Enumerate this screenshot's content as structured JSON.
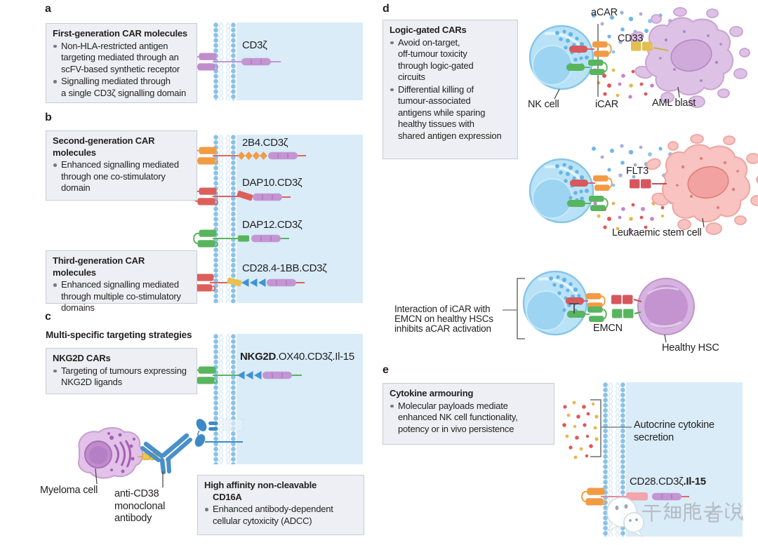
{
  "colors": {
    "membrane_head": "#8ac2e7",
    "cytoplasm": "#d9ecf8",
    "purple": "#c495d3",
    "orange": "#f29b45",
    "red": "#dd5f5b",
    "green": "#58b55e",
    "blue_arrow": "#3f93d4",
    "yellow": "#eac14e",
    "pink": "#f2a5ac",
    "box_bg": "#edeff4"
  },
  "panels": {
    "a": {
      "letter": "a",
      "box": {
        "title": "First-generation CAR molecules",
        "bullets": [
          "Non-HLA-restricted antigen\ntargeting mediated through an\nscFV-based synthetic receptor",
          "Signalling mediated through\na single CD3ζ signalling domain"
        ]
      },
      "receptor_label": "CD3ζ"
    },
    "b": {
      "letter": "b",
      "box_second": {
        "title": "Second-generation CAR\nmolecules",
        "bullets": [
          "Enhanced signalling mediated\nthrough one co-stimulatory\ndomain"
        ]
      },
      "box_third": {
        "title": "Third-generation CAR molecules",
        "bullets": [
          "Enhanced signalling mediated\nthrough multiple co-stimulatory\ndomains"
        ]
      },
      "receptor_labels": [
        "2B4.CD3ζ",
        "DAP10.CD3ζ",
        "DAP12.CD3ζ",
        "CD28.4-1BB.CD3ζ"
      ]
    },
    "c": {
      "letter": "c",
      "heading": "Multi-specific targeting strategies",
      "box_nkg2d": {
        "title": "NKG2D CARs",
        "bullets": [
          "Targeting of tumours expressing\nNKG2D ligands"
        ]
      },
      "receptor_label_bold": "NKG2D",
      "receptor_label_rest": ".OX40.CD3ζ.Il-15",
      "myeloma_label": "Myeloma cell",
      "antibody_label": "anti-CD38\nmonoclonal\nantibody",
      "box_cd16a": {
        "title": "High affinity non-cleavable\nCD16A",
        "bullets": [
          "Enhanced antibody-dependent\ncellular cytoxicity (ADCC)"
        ]
      }
    },
    "d": {
      "letter": "d",
      "box": {
        "title": "Logic-gated CARs",
        "bullets": [
          "Avoid on-target,\noff-tumour toxicity\nthrough logic-gated\ncircuits",
          "Differential killing of\ntumour-associated\nantigens while sparing\nhealthy tissues with\nshared antigen expression"
        ]
      },
      "labels": {
        "acar": "aCAR",
        "icar": "iCAR",
        "nk_cell": "NK cell",
        "cd33": "CD33",
        "aml_blast": "AML blast",
        "flt3": "FLT3",
        "leukaemic_stem_cell": "Leukaemic stem cell",
        "emcn": "EMCN",
        "healthy_hsc": "Healthy HSC",
        "interaction": "Interaction of iCAR with\nEMCN on healthy HSCs\ninhibits aCAR activation"
      }
    },
    "e": {
      "letter": "e",
      "box": {
        "title": "Cytokine armouring",
        "bullets": [
          "Molecular payloads mediate\nenhanced NK cell functionality,\npotency or in vivo persistence"
        ]
      },
      "labels": {
        "autocrine": "Autocrine cytokine\nsecretion",
        "receptor_normal": "CD28.CD3ζ",
        "receptor_bold": ".Il-15"
      }
    }
  },
  "watermark": {
    "text": "干细胞者说",
    "icon": "chat-bubbles-logo"
  }
}
